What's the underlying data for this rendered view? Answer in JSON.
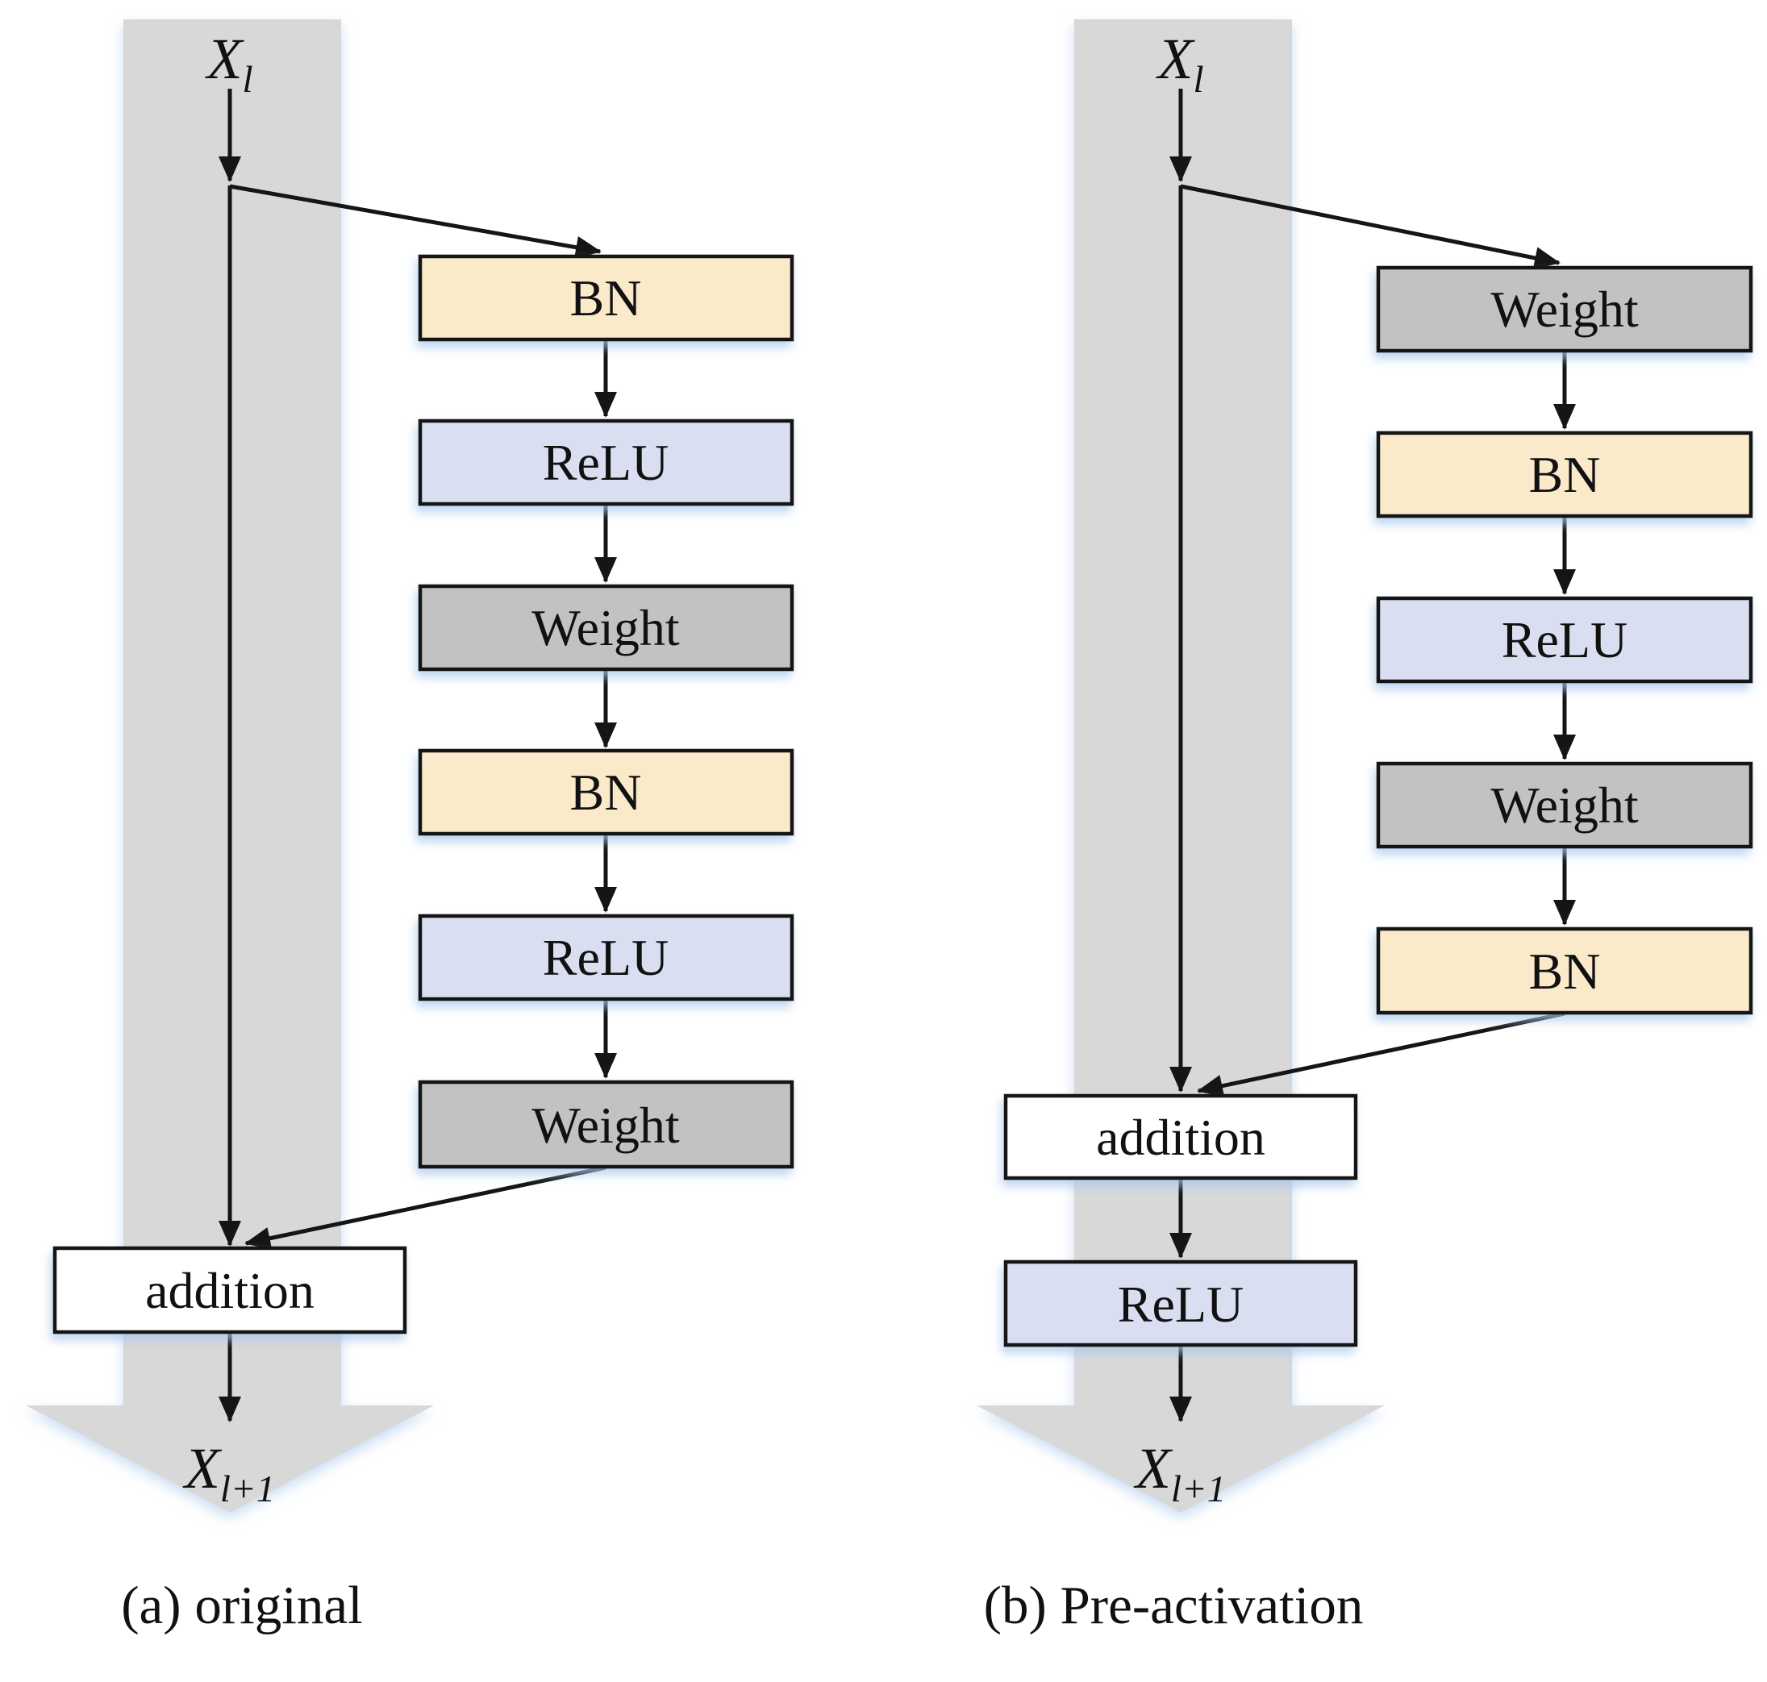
{
  "figure": {
    "palette": {
      "band": "#D8D8D8",
      "bn": "#FAEACA",
      "relu": "#D9DEF1",
      "weight": "#C2C2C2",
      "plain": "#FFFFFF",
      "stroke": "#151515"
    },
    "diagrams": [
      {
        "id": "a",
        "caption": "(a) original",
        "input": {
          "base": "X",
          "sub": "l"
        },
        "output": {
          "base": "X",
          "sub": "l+1"
        },
        "boxes": [
          "BN",
          "ReLU",
          "Weight",
          "BN",
          "ReLU",
          "Weight"
        ],
        "merge": "addition"
      },
      {
        "id": "b",
        "caption": "(b) Pre-activation",
        "input": {
          "base": "X",
          "sub": "l"
        },
        "output": {
          "base": "X",
          "sub": "l+1"
        },
        "boxes": [
          "Weight",
          "BN",
          "ReLU",
          "Weight",
          "BN"
        ],
        "merge": "addition",
        "post": "ReLU"
      }
    ]
  }
}
